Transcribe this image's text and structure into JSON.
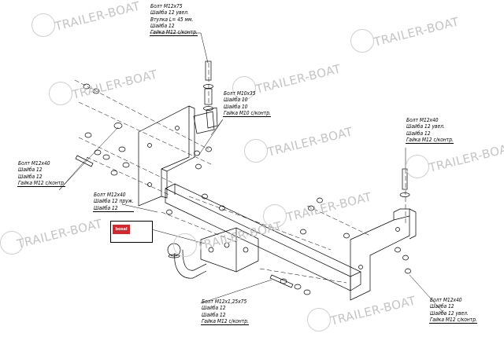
{
  "watermark": {
    "text": "TRAILER-BOAT"
  },
  "callouts": {
    "top_bolt": [
      "Болт М12х75",
      "Шайба 12 увел.",
      "Втулка L= 45 мм.",
      "Шайба 12",
      "Гайка М12 с/контр."
    ],
    "mid_bolt": [
      "Болт М10х35",
      "Шайба 10",
      "Шайба 10",
      "Гайка М10 с/контр."
    ],
    "left_bolt": [
      "Болт М12х40",
      "Шайба 12",
      "Шайба 12",
      "Гайка М12 с/контр."
    ],
    "center_bolt": [
      "Болт М12х40",
      "Шайба 12 пруж.",
      "Шайба 12"
    ],
    "right_top_bolt": [
      "Болт М12х40",
      "Шайба 12 увел.",
      "Шайба 12",
      "Гайка М12 с/контр."
    ],
    "bottom_center_bolt": [
      "Болт М12х1,25х75",
      "Шайба 12",
      "Шайба 12",
      "Гайка М12 с/контр."
    ],
    "bottom_right_bolt": [
      "Болт М12х40",
      "Шайба 12",
      "Шайба 12 увел.",
      "Гайка М12 с/контр."
    ]
  },
  "brand_plate": {
    "logo_text": "bosal"
  },
  "colors": {
    "line": "#000000",
    "watermark": "#c4c4c4",
    "brand_red": "#d8262d"
  }
}
